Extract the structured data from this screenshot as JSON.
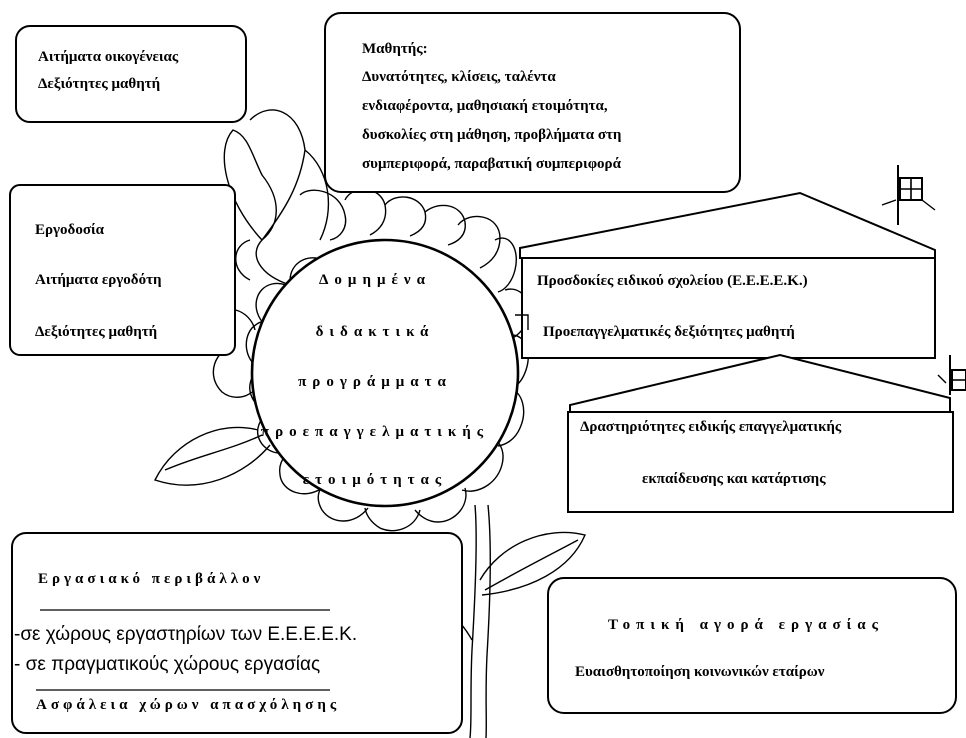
{
  "family_box": {
    "line1": "Αιτήματα οικογένειας",
    "line2": "Δεξιότητες μαθητή"
  },
  "student_box": {
    "heading": "Μαθητής:",
    "line1": "Δυνατότητες, κλίσεις, ταλέντα",
    "line2": "ενδιαφέροντα, μαθησιακή ετοιμότητα,",
    "line3": "δυσκολίες στη μάθηση, προβλήματα στη",
    "line4": "συμπεριφορά, παραβατική συμπεριφορά"
  },
  "employer_box": {
    "line1": "Εργοδοσία",
    "line2": "Αιτήματα εργοδότη",
    "line3": "Δεξιότητες μαθητή"
  },
  "center_circle": {
    "line1": "Δομημένα",
    "line2": "διδακτικά",
    "line3": "προγράμματα",
    "line4": "προεπαγγελματικής",
    "line5": "ετοιμότητας"
  },
  "school_house": {
    "line1": "Προσδοκίες ειδικού σχολείου (Ε.Ε.Ε.Ε.Κ.)",
    "line2": "Προεπαγγελματικές δεξιότητες μαθητή"
  },
  "vocational_house": {
    "line1": "Δραστηριότητες ειδικής επαγγελματικής",
    "line2": "εκπαίδευσης και κατάρτισης"
  },
  "work_env_box": {
    "heading": "Εργασιακό περιβάλλον",
    "item1": "-σε χώρους εργαστηρίων των Ε.Ε.Ε.Ε.Κ.",
    "item2": "- σε πραγματικούς χώρους εργασίας",
    "footer": "Ασφάλεια χώρων απασχόλησης"
  },
  "local_market_box": {
    "line1": "Τοπική αγορά εργασίας",
    "line2": "Ευαισθητοποίηση κοινωνικών εταίρων"
  }
}
